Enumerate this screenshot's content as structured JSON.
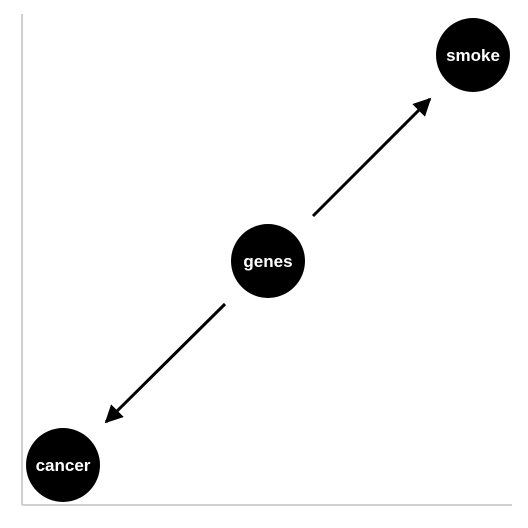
{
  "diagram": {
    "nodes": [
      {
        "id": "smoke",
        "label": "smoke"
      },
      {
        "id": "genes",
        "label": "genes"
      },
      {
        "id": "cancer",
        "label": "cancer"
      }
    ],
    "edges": [
      {
        "from": "genes",
        "to": "smoke"
      },
      {
        "from": "genes",
        "to": "cancer"
      }
    ]
  },
  "colors": {
    "node_fill": "#000000",
    "node_text": "#ffffff",
    "edge": "#000000",
    "axis": "#d0d0d0",
    "background": "#ffffff"
  }
}
